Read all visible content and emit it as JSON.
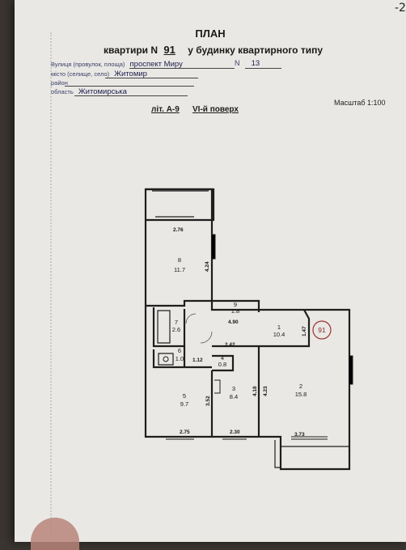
{
  "corner_note": "-2",
  "header": {
    "title": "ПЛАН",
    "line_prefix": "квартири  N",
    "apartment_number": "91",
    "line_suffix": "у будинку квартирного типу"
  },
  "address": {
    "street_label": "Вулиця (провулок, площа)",
    "street_value": "проспект  Миру",
    "n_label": "N",
    "house_number": "13",
    "city_label": "місто (селище, село)",
    "city_value": "Житомир",
    "district_label": "район",
    "region_label": "область",
    "region_value": "Житомирська"
  },
  "plan_meta": {
    "liter": "літ. А-9",
    "floor": "VI-й поверх",
    "scale": "Масштаб 1:100",
    "circle_number": "91"
  },
  "rooms": [
    {
      "number": "8",
      "area": "11.7"
    },
    {
      "number": "9",
      "area": "1.8"
    },
    {
      "number": "7",
      "area": "2.6"
    },
    {
      "number": "1",
      "area": "10.4"
    },
    {
      "number": "6",
      "area": "1.0"
    },
    {
      "number": "4",
      "area": "0.8"
    },
    {
      "number": "5",
      "area": "9.7"
    },
    {
      "number": "3",
      "area": "8.4"
    },
    {
      "number": "2",
      "area": "15.8"
    }
  ],
  "dimensions": [
    "2.76",
    "4.24",
    "4.90",
    "1.47",
    "2.42",
    "1.12",
    "3.52",
    "4.18",
    "4.23",
    "2.75",
    "2.30",
    "3.73"
  ]
}
